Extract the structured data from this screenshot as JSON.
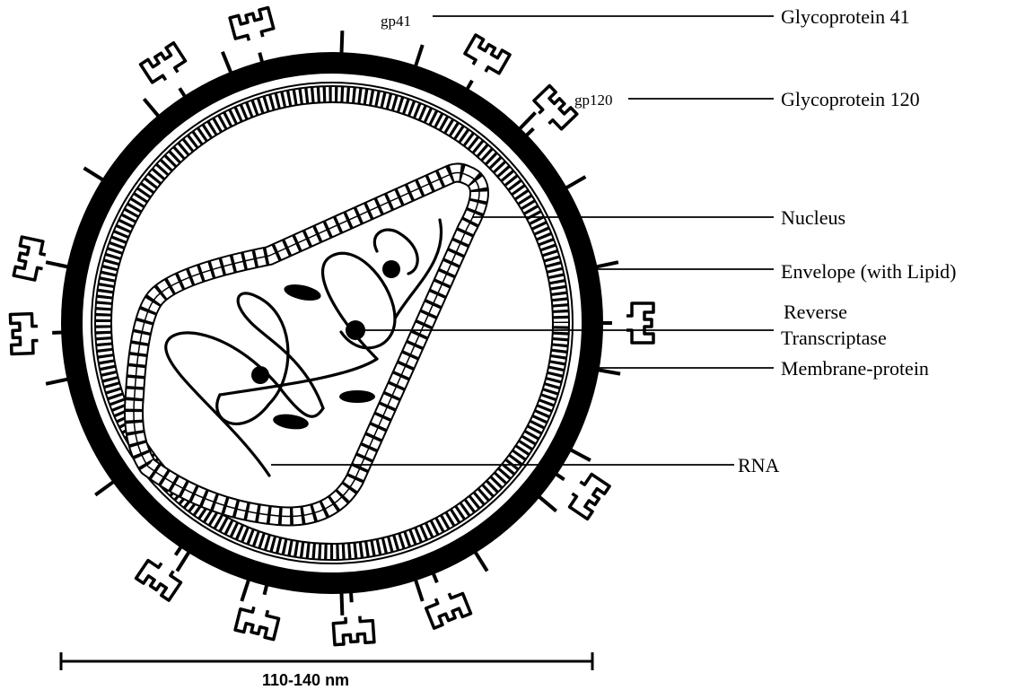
{
  "labels": {
    "gp41": "gp41",
    "glycoprotein41": "Glycoprotein 41",
    "gp120": "gp120",
    "glycoprotein120": "Glycoprotein 120",
    "nucleus": "Nucleus",
    "envelope": "Envelope (with Lipid)",
    "reverse": "Reverse",
    "transcriptase": "Transcriptase",
    "membrane_protein": "Membrane-protein",
    "rna": "RNA"
  },
  "scale_bar": {
    "label": "110-140 nm"
  }
}
